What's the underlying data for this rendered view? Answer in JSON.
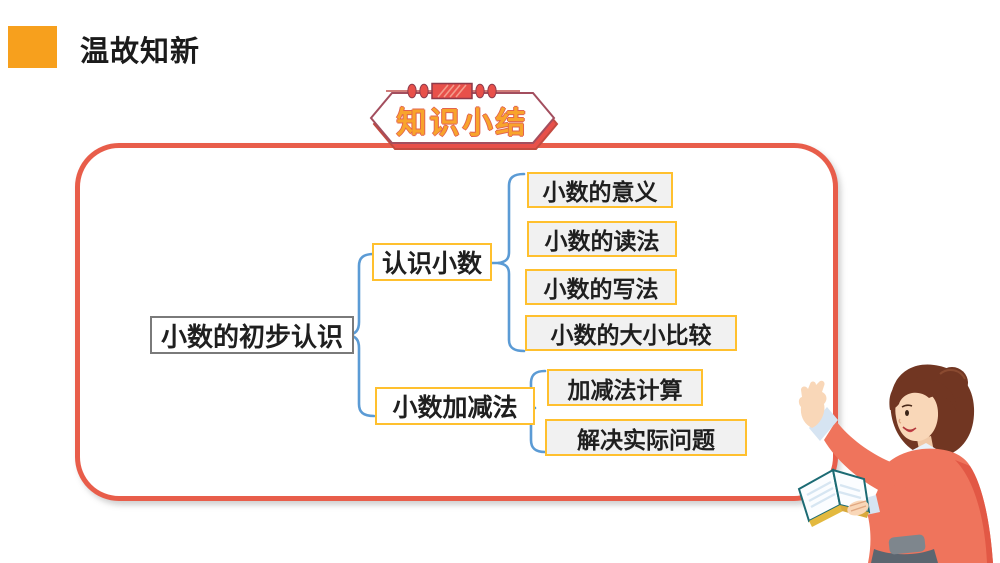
{
  "slide": {
    "title": "温故知新",
    "banner_label": "知识小结"
  },
  "tree": {
    "root": {
      "label": "小数的初步认识"
    },
    "branches": [
      {
        "label": "认识小数",
        "children": [
          {
            "label": "小数的意义"
          },
          {
            "label": "小数的读法"
          },
          {
            "label": "小数的写法"
          },
          {
            "label": "小数的大小比较"
          }
        ]
      },
      {
        "label": "小数加减法",
        "children": [
          {
            "label": "加减法计算"
          },
          {
            "label": "解决实际问题"
          }
        ]
      }
    ]
  },
  "icons": {
    "title_marker": "orange-square-bullet",
    "banner_ornament": "red-beads-and-striped-bar",
    "illustration": "teacher-holding-open-book"
  },
  "colors": {
    "accent_orange": "#F7A01D",
    "panel_border_red": "#E85D4A",
    "box_border_yellow": "#FFC02E",
    "bracket_blue": "#5B9BD5",
    "banner_text_orange": "#F8A42C",
    "banner_hex_outline": "#A34E5E",
    "root_border_gray": "#7A7A7A",
    "leaf_fill_gray": "#F1F1F1",
    "text_black": "#1F1F1F"
  }
}
